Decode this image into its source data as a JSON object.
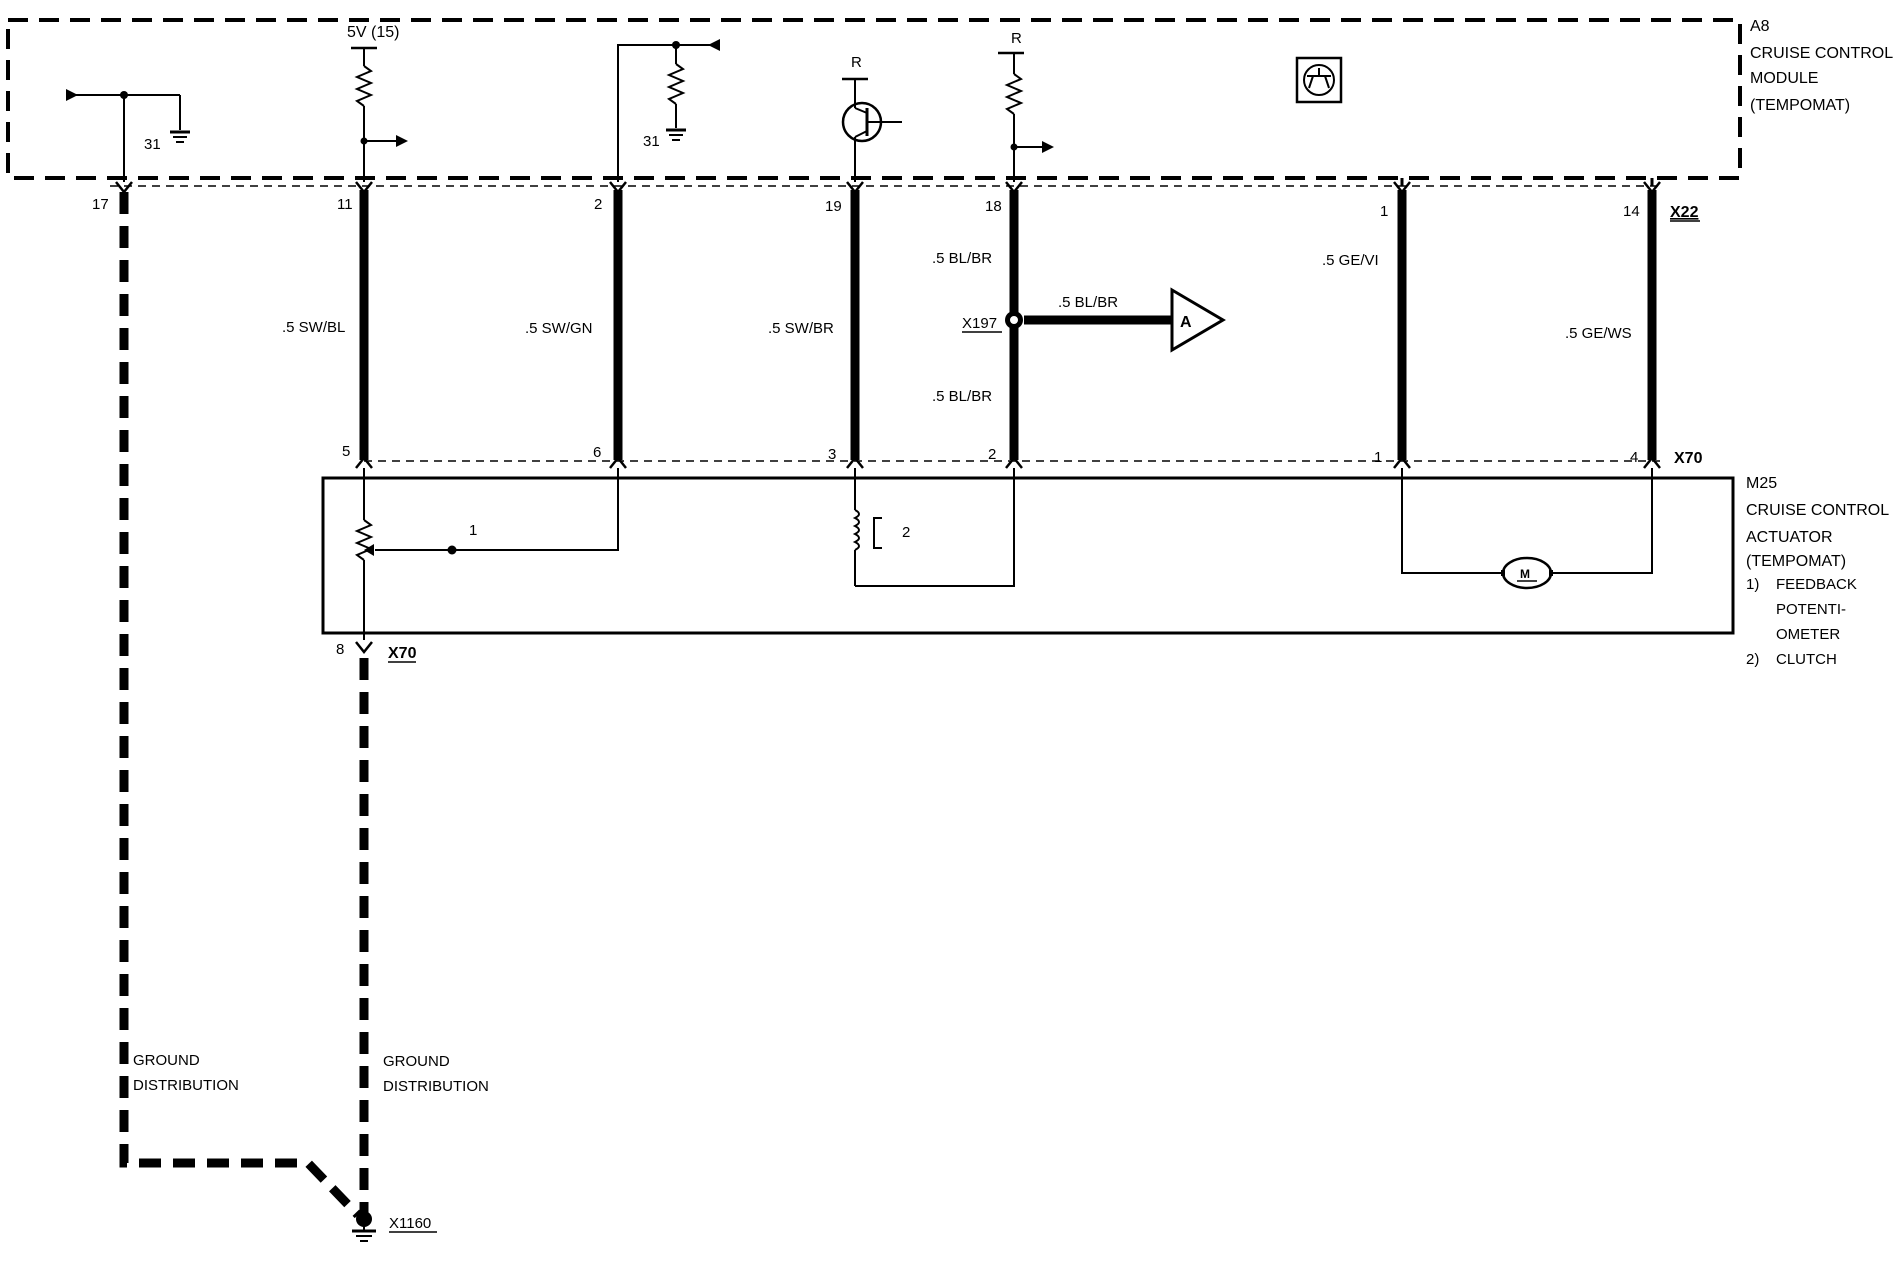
{
  "module": {
    "id": "A8",
    "line1": "CRUISE CONTROL",
    "line2": "MODULE",
    "line3": "(TEMPOMAT)",
    "supply": "5V (15)",
    "ground_a": "31",
    "ground_b": "31",
    "feed_r1": "R",
    "feed_r2": "R",
    "connector": "X22"
  },
  "actuator": {
    "id": "M25",
    "line1": "CRUISE CONTROL",
    "line2": "ACTUATOR",
    "line3": "(TEMPOMAT)",
    "note1_num": "1)",
    "note1_a": "FEEDBACK",
    "note1_b": "POTENTI-",
    "note1_c": "OMETER",
    "note2_num": "2)",
    "note2_a": "CLUTCH",
    "pot_label": "1",
    "clutch_label": "2",
    "motor_label": "M",
    "connector_top": "X70",
    "connector_bottom": "X70",
    "ground_pin": "8"
  },
  "wires": [
    {
      "top_pin": "17",
      "bottom_pin": "",
      "color": ""
    },
    {
      "top_pin": "11",
      "bottom_pin": "5",
      "color": ".5 SW/BL"
    },
    {
      "top_pin": "2",
      "bottom_pin": "6",
      "color": ".5 SW/GN"
    },
    {
      "top_pin": "19",
      "bottom_pin": "3",
      "color": ".5 SW/BR"
    },
    {
      "top_pin": "18",
      "bottom_pin": "2",
      "color_upper": ".5 BL/BR",
      "color_lower": ".5 BL/BR"
    },
    {
      "top_pin": "1",
      "bottom_pin": "1",
      "color": ".5 GE/VI"
    },
    {
      "top_pin": "14",
      "bottom_pin": "4",
      "color": ".5 GE/WS"
    }
  ],
  "splice": {
    "id": "X197",
    "branch_color": ".5 BL/BR",
    "arrow_label": "A"
  },
  "ground": {
    "left_line1": "GROUND",
    "left_line2": "DISTRIBUTION",
    "right_line1": "GROUND",
    "right_line2": "DISTRIBUTION",
    "point": "X1160"
  },
  "colors": {
    "ink": "#000000",
    "background": "#ffffff"
  }
}
